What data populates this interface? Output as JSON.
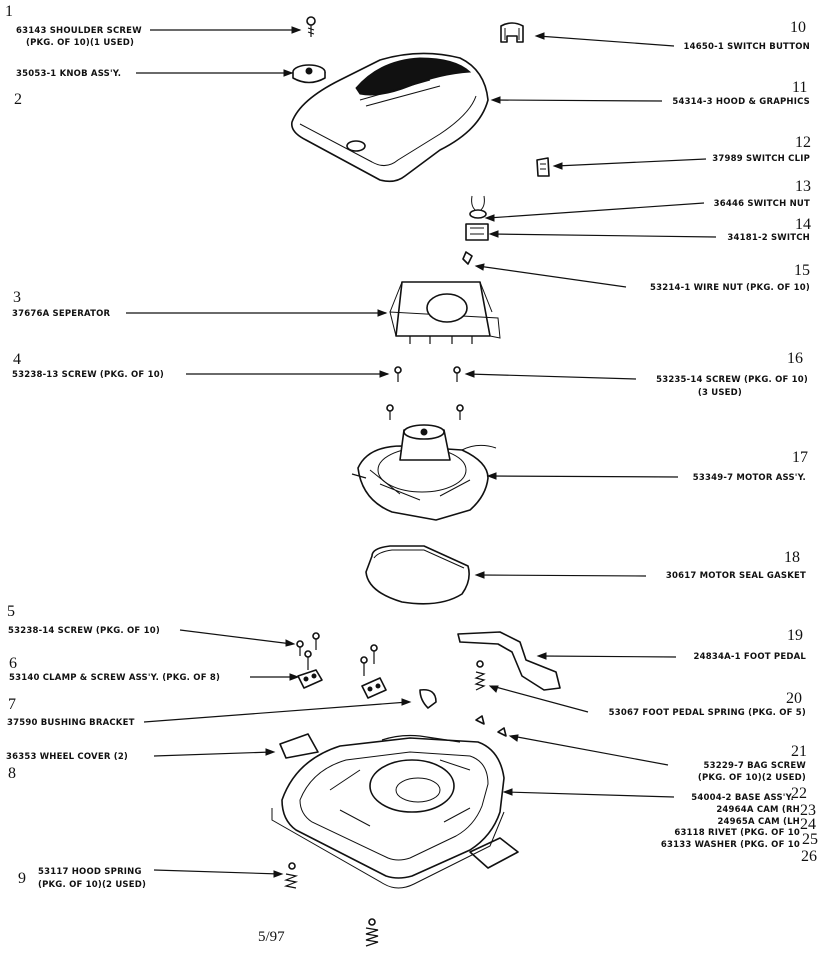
{
  "items": [
    {
      "no": "1",
      "text": "63143 SHOULDER SCREW",
      "text2": "(PKG. OF 10)(1 USED)"
    },
    {
      "no": "2",
      "text": "35053-1 KNOB ASS'Y.",
      "text2": ""
    },
    {
      "no": "3",
      "text": "37676A SEPERATOR",
      "text2": ""
    },
    {
      "no": "4",
      "text": "53238-13 SCREW (PKG. OF 10)",
      "text2": ""
    },
    {
      "no": "5",
      "text": "53238-14 SCREW (PKG. OF 10)",
      "text2": ""
    },
    {
      "no": "6",
      "text": "53140 CLAMP & SCREW ASS'Y. (PKG. OF 8)",
      "text2": ""
    },
    {
      "no": "7",
      "text": "37590 BUSHING BRACKET",
      "text2": ""
    },
    {
      "no": "8",
      "text": "36353 WHEEL COVER (2)",
      "text2": ""
    },
    {
      "no": "9",
      "text": "53117 HOOD SPRING",
      "text2": "(PKG. OF 10)(2 USED)"
    },
    {
      "no": "10",
      "text": "14650-1 SWITCH BUTTON",
      "text2": ""
    },
    {
      "no": "11",
      "text": "54314-3 HOOD & GRAPHICS",
      "text2": ""
    },
    {
      "no": "12",
      "text": "37989 SWITCH CLIP",
      "text2": ""
    },
    {
      "no": "13",
      "text": "36446 SWITCH NUT",
      "text2": ""
    },
    {
      "no": "14",
      "text": "34181-2 SWITCH",
      "text2": ""
    },
    {
      "no": "15",
      "text": "53214-1 WIRE NUT (PKG. OF 10)",
      "text2": ""
    },
    {
      "no": "16",
      "text": "53235-14 SCREW (PKG. OF 10)",
      "text2": "(3 USED)"
    },
    {
      "no": "17",
      "text": "53349-7 MOTOR ASS'Y.",
      "text2": ""
    },
    {
      "no": "18",
      "text": "30617 MOTOR SEAL GASKET",
      "text2": ""
    },
    {
      "no": "19",
      "text": "24834A-1 FOOT PEDAL",
      "text2": ""
    },
    {
      "no": "20",
      "text": "53067 FOOT PEDAL SPRING (PKG. OF 5)",
      "text2": ""
    },
    {
      "no": "21",
      "text": "53229-7 BAG SCREW",
      "text2": "(PKG. OF 10)(2 USED)"
    },
    {
      "no": "22",
      "text": "54004-2 BASE ASS'Y.",
      "text2": ""
    },
    {
      "no": "23",
      "text": "24964A CAM (RH",
      "text2": ""
    },
    {
      "no": "24",
      "text": "24965A CAM (LH",
      "text2": ""
    },
    {
      "no": "25",
      "text": "63118 RIVET (PKG. OF 10",
      "text2": ""
    },
    {
      "no": "26",
      "text": "63133 WASHER (PKG. OF 10",
      "text2": ""
    }
  ],
  "date_code": "5/97"
}
